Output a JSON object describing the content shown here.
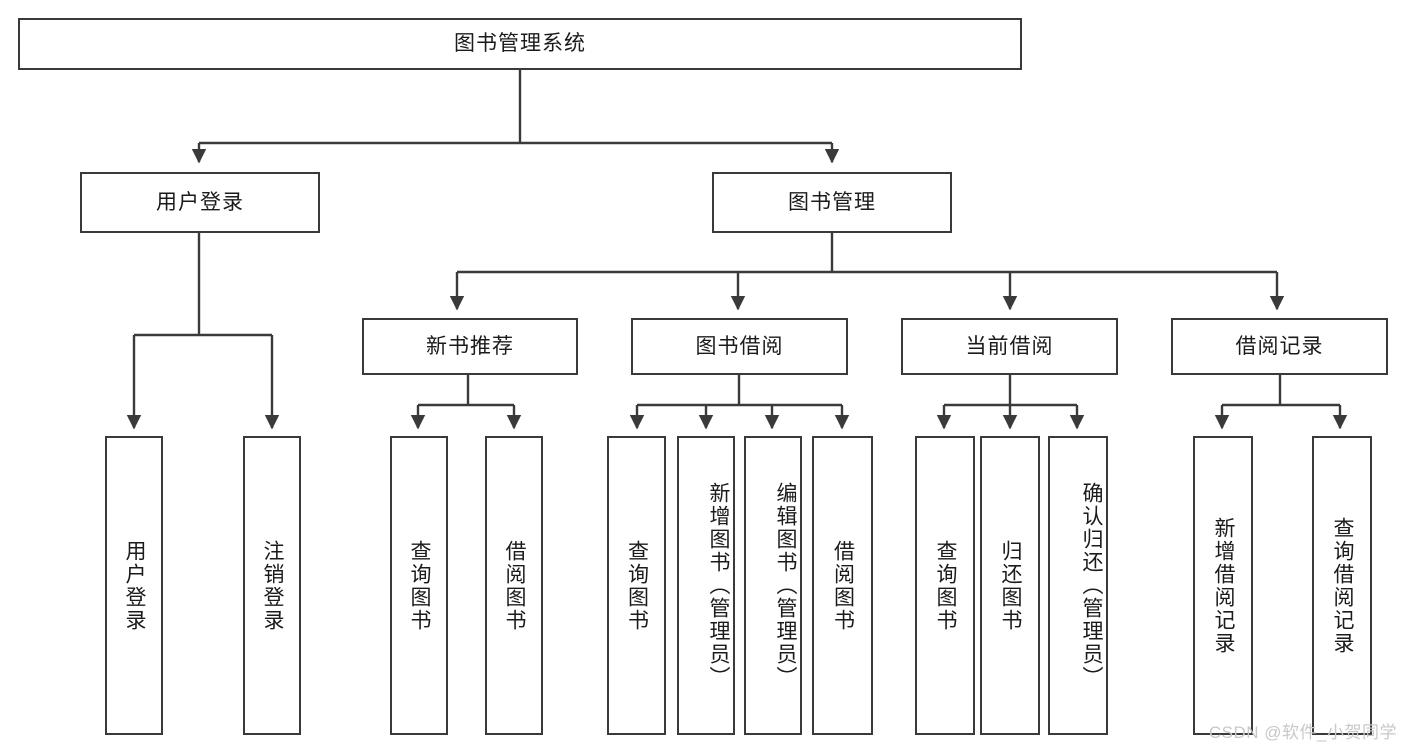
{
  "diagram": {
    "title": "图书管理系统",
    "type": "tree-hierarchy-chart",
    "watermark": "CSDN @软件_小贺同学",
    "colors": {
      "box_border": "#3a3a3a",
      "box_fill": "#ffffff",
      "connector": "#3a3a3a",
      "text": "#1b1b1b",
      "watermark": "#c8c8c8",
      "background": "#ffffff"
    },
    "nodes": {
      "root": {
        "label": "图书管理系统"
      },
      "level1": [
        {
          "id": "user-login",
          "label": "用户登录"
        },
        {
          "id": "book-management",
          "label": "图书管理"
        }
      ],
      "level2": [
        {
          "id": "new-book-recommend",
          "label": "新书推荐"
        },
        {
          "id": "book-borrow",
          "label": "图书借阅"
        },
        {
          "id": "current-borrow",
          "label": "当前借阅"
        },
        {
          "id": "borrow-record",
          "label": "借阅记录"
        }
      ],
      "leaves": {
        "user-login": [
          {
            "id": "leaf-user-login",
            "label": "用户登录"
          },
          {
            "id": "leaf-logout",
            "label": "注销登录"
          }
        ],
        "new-book-recommend": [
          {
            "id": "leaf-query-book-1",
            "label": "查询图书"
          },
          {
            "id": "leaf-borrow-book-1",
            "label": "借阅图书"
          }
        ],
        "book-borrow": [
          {
            "id": "leaf-query-book-2",
            "label": "查询图书"
          },
          {
            "id": "leaf-add-book",
            "label": "新增图书（管理员）"
          },
          {
            "id": "leaf-edit-book",
            "label": "编辑图书（管理员）"
          },
          {
            "id": "leaf-borrow-book-2",
            "label": "借阅图书"
          }
        ],
        "current-borrow": [
          {
            "id": "leaf-query-book-3",
            "label": "查询图书"
          },
          {
            "id": "leaf-return-book",
            "label": "归还图书"
          },
          {
            "id": "leaf-confirm-return",
            "label": "确认归还（管理员）"
          }
        ],
        "borrow-record": [
          {
            "id": "leaf-add-record",
            "label": "新增借阅记录"
          },
          {
            "id": "leaf-query-record",
            "label": "查询借阅记录"
          }
        ]
      }
    }
  }
}
